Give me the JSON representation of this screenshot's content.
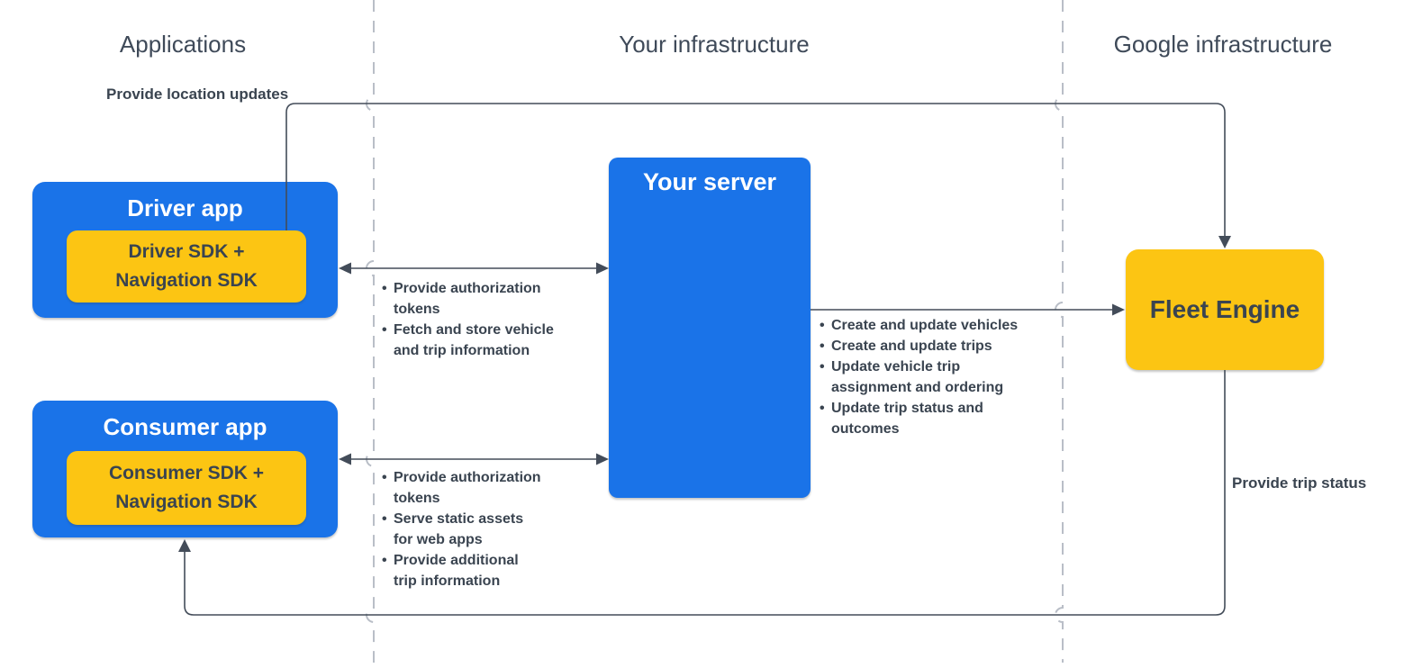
{
  "colors": {
    "blue": "#1a73e8",
    "yellow": "#fcc513",
    "line": "#434c59",
    "divider": "#b9bec7",
    "text_dark": "#3a4450",
    "text_header": "#3f4a59",
    "white": "#ffffff"
  },
  "headers": {
    "applications": "Applications",
    "your_infrastructure": "Your infrastructure",
    "google_infrastructure": "Google infrastructure"
  },
  "nodes": {
    "driver_app": {
      "title": "Driver app",
      "sdk": "Driver SDK +\nNavigation SDK"
    },
    "consumer_app": {
      "title": "Consumer app",
      "sdk": "Consumer SDK +\nNavigation SDK"
    },
    "your_server": {
      "title": "Your server"
    },
    "fleet_engine": {
      "title": "Fleet Engine"
    }
  },
  "edge_labels": {
    "provide_location_updates": "Provide location updates",
    "provide_trip_status": "Provide trip status"
  },
  "bullet_char": "•",
  "lists": {
    "driver_server": {
      "items": [
        "Provide authorization\ntokens",
        "Fetch and store vehicle\nand trip information"
      ]
    },
    "server_fleet": {
      "items": [
        "Create and update vehicles",
        "Create and update trips",
        "Update vehicle trip\nassignment and ordering",
        "Update trip status and\noutcomes"
      ]
    },
    "consumer_server": {
      "items": [
        "Provide authorization\ntokens",
        "Serve static assets\nfor web apps",
        "Provide additional\ntrip information"
      ]
    }
  }
}
